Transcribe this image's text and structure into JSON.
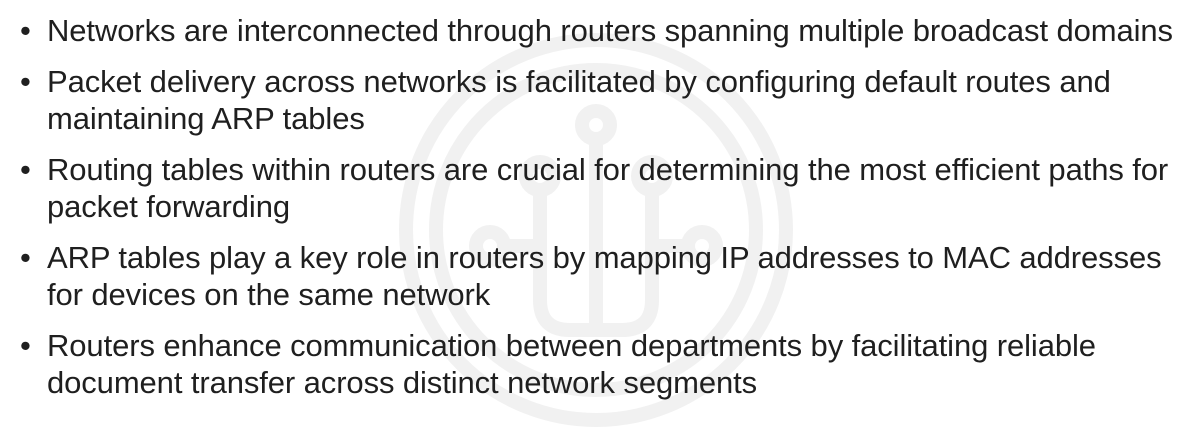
{
  "bullets": [
    {
      "text": "Networks are interconnected through routers spanning multiple broadcast domains"
    },
    {
      "text": "Packet delivery across networks is facilitated by configuring default routes and maintaining ARP tables"
    },
    {
      "text": "Routing tables within routers are crucial for determining the most efficient paths for packet forwarding"
    },
    {
      "text": "ARP tables play a key role in routers by mapping IP addresses to MAC addresses for devices on the same network"
    },
    {
      "text": "Routers enhance communication between departments by facilitating reliable document transfer across distinct network segments"
    }
  ],
  "bullet_symbol": "•",
  "colors": {
    "text": "#1f1f1f",
    "watermark": "#f1f1f1",
    "background": "#ffffff"
  },
  "watermark_icon": "circuit-circle-icon"
}
